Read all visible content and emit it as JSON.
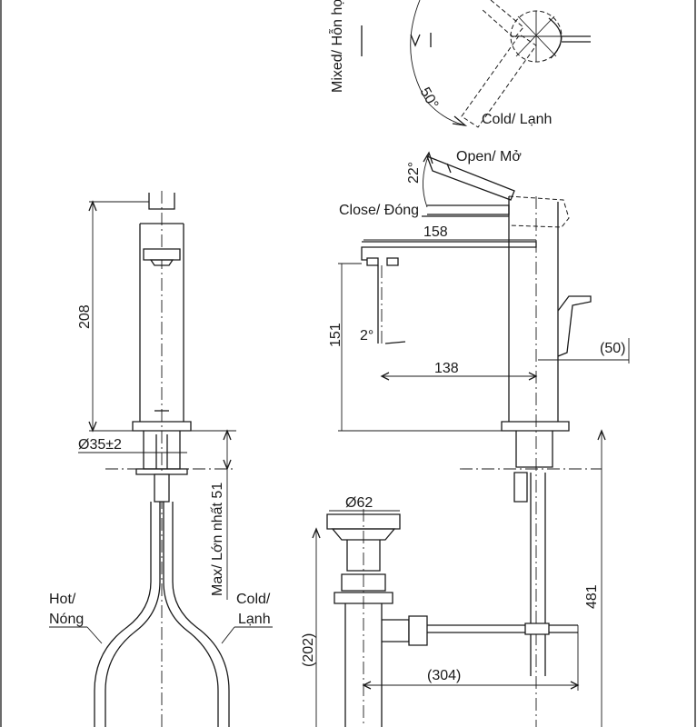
{
  "labels": {
    "mixed": "Mixed/ Hỗn hợp",
    "angle_50": "50°",
    "cold_top": "Cold/ Lạnh",
    "open": "Open/ Mở",
    "angle_22": "22°",
    "close": "Close/ Đóng",
    "dim_158": "158",
    "dim_208": "208",
    "dim_151": "151",
    "angle_2": "2°",
    "dim_50": "(50)",
    "dim_138": "138",
    "dia_35": "Ø35±2",
    "max_51": "Max/ Lớn nhất 51",
    "hot": "Hot/",
    "hot_vn": "Nóng",
    "cold": "Cold/",
    "cold_vn": "Lạnh",
    "dia_62": "Ø62",
    "dim_481": "481",
    "dim_202": "(202)",
    "dim_304": "(304)"
  },
  "colors": {
    "line": "#1a1a1a",
    "background": "#ffffff"
  }
}
